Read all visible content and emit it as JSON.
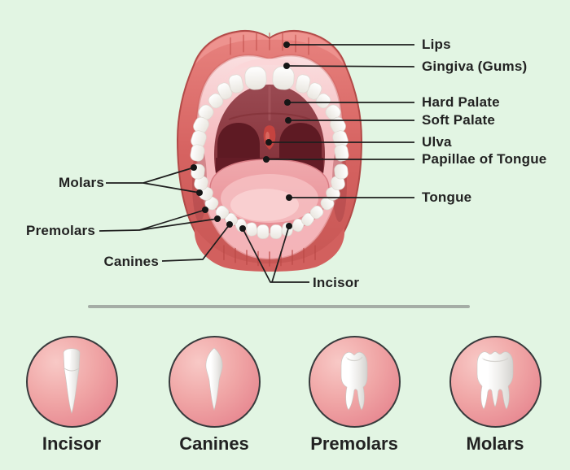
{
  "diagram_subject": "mouth-anatomy",
  "anatomy_labels": {
    "right": [
      {
        "text": "Lips"
      },
      {
        "text": "Gingiva (Gums)"
      },
      {
        "text": "Hard Palate"
      },
      {
        "text": "Soft Palate"
      },
      {
        "text": "Ulva"
      },
      {
        "text": "Papillae of Tongue"
      },
      {
        "text": "Tongue"
      }
    ],
    "left": [
      {
        "text": "Molars"
      },
      {
        "text": "Premolars"
      },
      {
        "text": "Canines"
      },
      {
        "text": "Incisor"
      }
    ]
  },
  "tooth_types": [
    {
      "label": "Incisor"
    },
    {
      "label": "Canines"
    },
    {
      "label": "Premolars"
    },
    {
      "label": "Molars"
    }
  ],
  "colors": {
    "background": "#e2f5e3",
    "leader_line": "#1e1e1e",
    "text": "#222222",
    "divider": "#a5ada6",
    "lip_red": "#d66361",
    "gum_pink": "#f5b9bd",
    "cavity_dark": "#70242e",
    "tongue_pink": "#efa4a9",
    "uvula_red": "#c5433f",
    "tooth_white": "#ffffff",
    "circle_pink": "#f0a6a6"
  }
}
